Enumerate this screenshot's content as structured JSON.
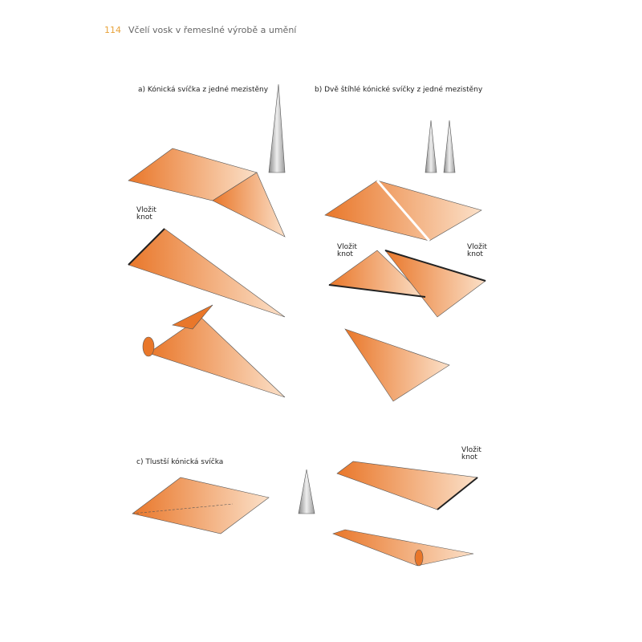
{
  "header": {
    "page_number": "114",
    "title": "Včelí vosk v řemeslné výrobě a umění"
  },
  "sections": {
    "a": "a) Kónická svíčka z jedné mezistěny",
    "b": "b) Dvě štíhlé kónické svíčky z jedné mezistěny",
    "c": "c) Tlustší kónická svíčka"
  },
  "annotations": {
    "insert_wick_1": "Vložit",
    "insert_wick_2": "knot"
  },
  "colors": {
    "wax_dark": "#e9772a",
    "wax_light": "#fbe0c8",
    "accent": "#e8a23a"
  }
}
